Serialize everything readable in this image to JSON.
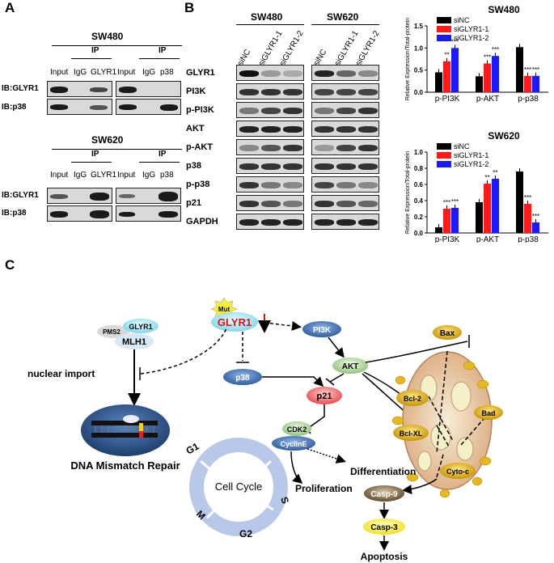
{
  "panels": {
    "a": "A",
    "b": "B",
    "c": "C"
  },
  "panel_a": {
    "sw480": {
      "title": "SW480",
      "ip_label": "IP",
      "lanes_left": [
        "Input",
        "IgG",
        "GLYR1"
      ],
      "lanes_right": [
        "Input",
        "IgG",
        "p38"
      ],
      "rows": [
        "IB:GLYR1",
        "IB:p38"
      ]
    },
    "sw620": {
      "title": "SW620",
      "ip_label": "IP",
      "lanes_left": [
        "Input",
        "IgG",
        "GLYR1"
      ],
      "lanes_right": [
        "Input",
        "IgG",
        "p38"
      ],
      "rows": [
        "IB:GLYR1",
        "IB:p38"
      ]
    }
  },
  "panel_b": {
    "cell_lines": [
      "SW480",
      "SW620"
    ],
    "lanes": [
      "siNC",
      "siGLYR1-1",
      "siGLYR1-2"
    ],
    "proteins": [
      "GLYR1",
      "PI3K",
      "p-PI3K",
      "AKT",
      "p-AKT",
      "p38",
      "p-p38",
      "p21",
      "GAPDH"
    ]
  },
  "chart_data": [
    {
      "type": "bar",
      "title": "SW480",
      "ylabel": "Relative Expression/Total-protein",
      "categories": [
        "p-PI3K",
        "p-AKT",
        "p-p38"
      ],
      "ylim": [
        0,
        1.5
      ],
      "yticks": [
        "0.0",
        "0.5",
        "1.0",
        "1.5"
      ],
      "series": [
        {
          "name": "siNC",
          "color": "#000000",
          "values": [
            0.45,
            0.36,
            1.02
          ]
        },
        {
          "name": "siGLYR1-1",
          "color": "#ff1a1a",
          "values": [
            0.7,
            0.65,
            0.37
          ]
        },
        {
          "name": "siGLYR1-2",
          "color": "#1a1aff",
          "values": [
            1.0,
            0.82,
            0.37
          ]
        }
      ],
      "significance": [
        [
          "",
          "**",
          "***"
        ],
        [
          "",
          "***",
          "***"
        ],
        [
          "",
          "***",
          "***"
        ]
      ]
    },
    {
      "type": "bar",
      "title": "SW620",
      "ylabel": "Relative Expression/Total-protein",
      "categories": [
        "p-PI3K",
        "p-AKT",
        "p-p38"
      ],
      "ylim": [
        0,
        1.0
      ],
      "yticks": [
        "0.0",
        "0.2",
        "0.4",
        "0.6",
        "0.8",
        "1.0"
      ],
      "series": [
        {
          "name": "siNC",
          "color": "#000000",
          "values": [
            0.07,
            0.38,
            0.76
          ]
        },
        {
          "name": "siGLYR1-1",
          "color": "#ff1a1a",
          "values": [
            0.3,
            0.61,
            0.36
          ]
        },
        {
          "name": "siGLYR1-2",
          "color": "#1a1aff",
          "values": [
            0.31,
            0.67,
            0.13
          ]
        }
      ],
      "significance": [
        [
          "",
          "***",
          "***"
        ],
        [
          "",
          "**",
          "**"
        ],
        [
          "",
          "***",
          "***"
        ]
      ]
    }
  ],
  "panel_c": {
    "mut": "Mut",
    "glyr1": "GLYR1",
    "pms2": "PMS2",
    "glyr1_small": "GLYR1",
    "mlh1": "MLH1",
    "nuclear_import": "nuclear import",
    "dna_repair": "DNA Mismatch Repair",
    "pi3k": "PI3K",
    "akt": "AKT",
    "p38": "p38",
    "p21": "p21",
    "cdk2": "CDK2",
    "cycline": "CyclinE",
    "differentiation": "Differentiation",
    "proliferation": "Proliferation",
    "cell_cycle": "Cell Cycle",
    "g1": "G1",
    "s": "S",
    "g2": "G2",
    "m": "M",
    "bax": "Bax",
    "bcl2": "Bcl-2",
    "bad": "Bad",
    "bclxl": "Bcl-XL",
    "cytoc": "Cyto-c",
    "casp9": "Casp-9",
    "casp3": "Casp-3",
    "apoptosis": "Apoptosis"
  }
}
